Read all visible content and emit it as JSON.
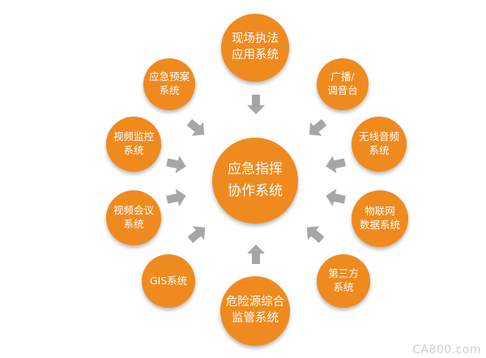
{
  "center": {
    "label": "应急指挥\n协作系统"
  },
  "nodes": {
    "top": "现场执法\n应用系统",
    "bottom": "危险源综合\n监管系统",
    "upper_left": "应急预案\n系统",
    "left_1": "视频监控\n系统",
    "left_2": "视频会议\n系统",
    "lower_left": "GIS系统",
    "upper_right": "广播/\n调音台",
    "right_1": "无线音频\n系统",
    "right_2": "物联网\n数据系统",
    "lower_right": "第三方\n系统"
  },
  "colors": {
    "node_fill": "#ef8a1f",
    "arrow": "#a6a6a6"
  },
  "watermark": "CA800.com"
}
